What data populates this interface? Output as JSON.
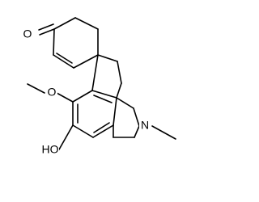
{
  "atoms": {
    "carbonyl_oxygen": "O",
    "methoxy_oxygen": "O",
    "hydroxyl": "HO",
    "nitrogen": "N"
  }
}
